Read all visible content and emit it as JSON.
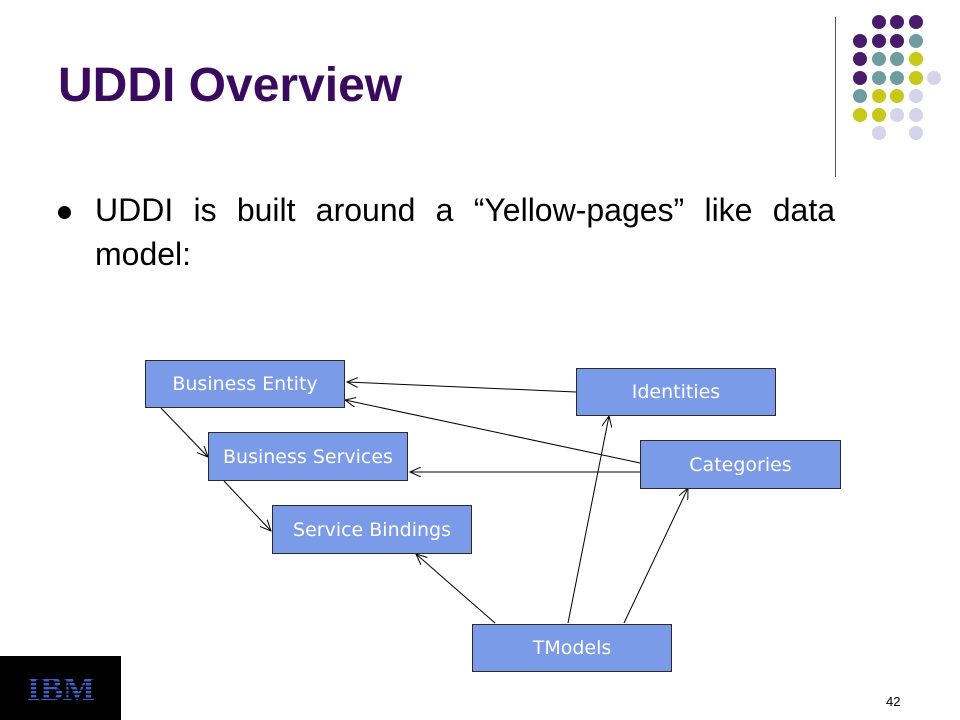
{
  "slide": {
    "title": "UDDI Overview",
    "bullet": "UDDI is built around a “Yellow-pages” like data model:",
    "page_number": "42"
  },
  "colors": {
    "title": "#3a0a5e",
    "box_fill": "#7b9be8",
    "dot_purple": "#4a1a6b",
    "dot_teal": "#6f9c9e",
    "dot_yellow": "#c8c818",
    "dot_lavender": "#d4d4ea"
  },
  "logo": {
    "text": "IBM"
  },
  "diagram": {
    "nodes": [
      {
        "id": "business_entity",
        "label": "Business Entity"
      },
      {
        "id": "business_services",
        "label": "Business Services"
      },
      {
        "id": "service_bindings",
        "label": "Service Bindings"
      },
      {
        "id": "identities",
        "label": "Identities"
      },
      {
        "id": "categories",
        "label": "Categories"
      },
      {
        "id": "tmodels",
        "label": "TModels"
      }
    ],
    "edges": [
      {
        "from": "identities",
        "to": "business_entity"
      },
      {
        "from": "categories",
        "to": "business_entity"
      },
      {
        "from": "categories",
        "to": "business_services"
      },
      {
        "from": "business_entity",
        "to": "business_services"
      },
      {
        "from": "business_services",
        "to": "service_bindings"
      },
      {
        "from": "tmodels",
        "to": "service_bindings"
      },
      {
        "from": "tmodels",
        "to": "identities"
      },
      {
        "from": "tmodels",
        "to": "categories"
      }
    ]
  }
}
